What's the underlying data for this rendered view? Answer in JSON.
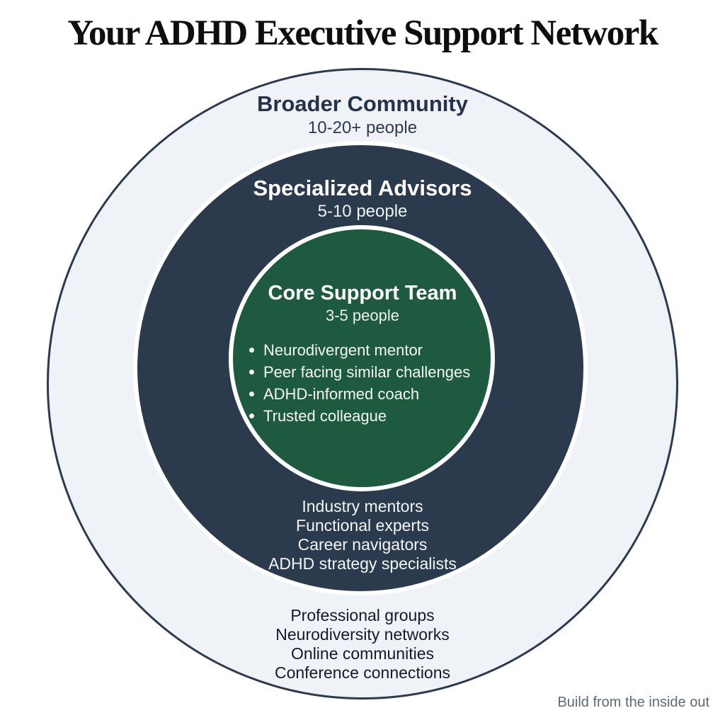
{
  "title": "Your ADHD Executive Support Network",
  "footer_note": "Build from the inside out",
  "colors": {
    "outer_ring_fill": "#eff2f7",
    "outer_ring_border": "#2b3a4d",
    "middle_ring_fill": "#2b3a4c",
    "inner_circle_fill": "#1d5a40",
    "ring_divider": "#ffffff",
    "heading_navy": "#243349",
    "dark_text": "#151a24",
    "light_text": "#f3f7f4",
    "footer_gray": "#5d6a7a"
  },
  "rings": {
    "outer": {
      "label": "Broader Community",
      "size": "10-20+ people",
      "items": [
        "Professional groups",
        "Neurodiversity networks",
        "Online communities",
        "Conference connections"
      ]
    },
    "middle": {
      "label": "Specialized Advisors",
      "size": "5-10 people",
      "items": [
        "Industry mentors",
        "Functional experts",
        "Career navigators",
        "ADHD strategy specialists"
      ]
    },
    "inner": {
      "label": "Core Support Team",
      "size": "3-5 people",
      "items": [
        "Neurodivergent mentor",
        "Peer facing similar challenges",
        "ADHD-informed coach",
        "Trusted colleague"
      ]
    }
  }
}
